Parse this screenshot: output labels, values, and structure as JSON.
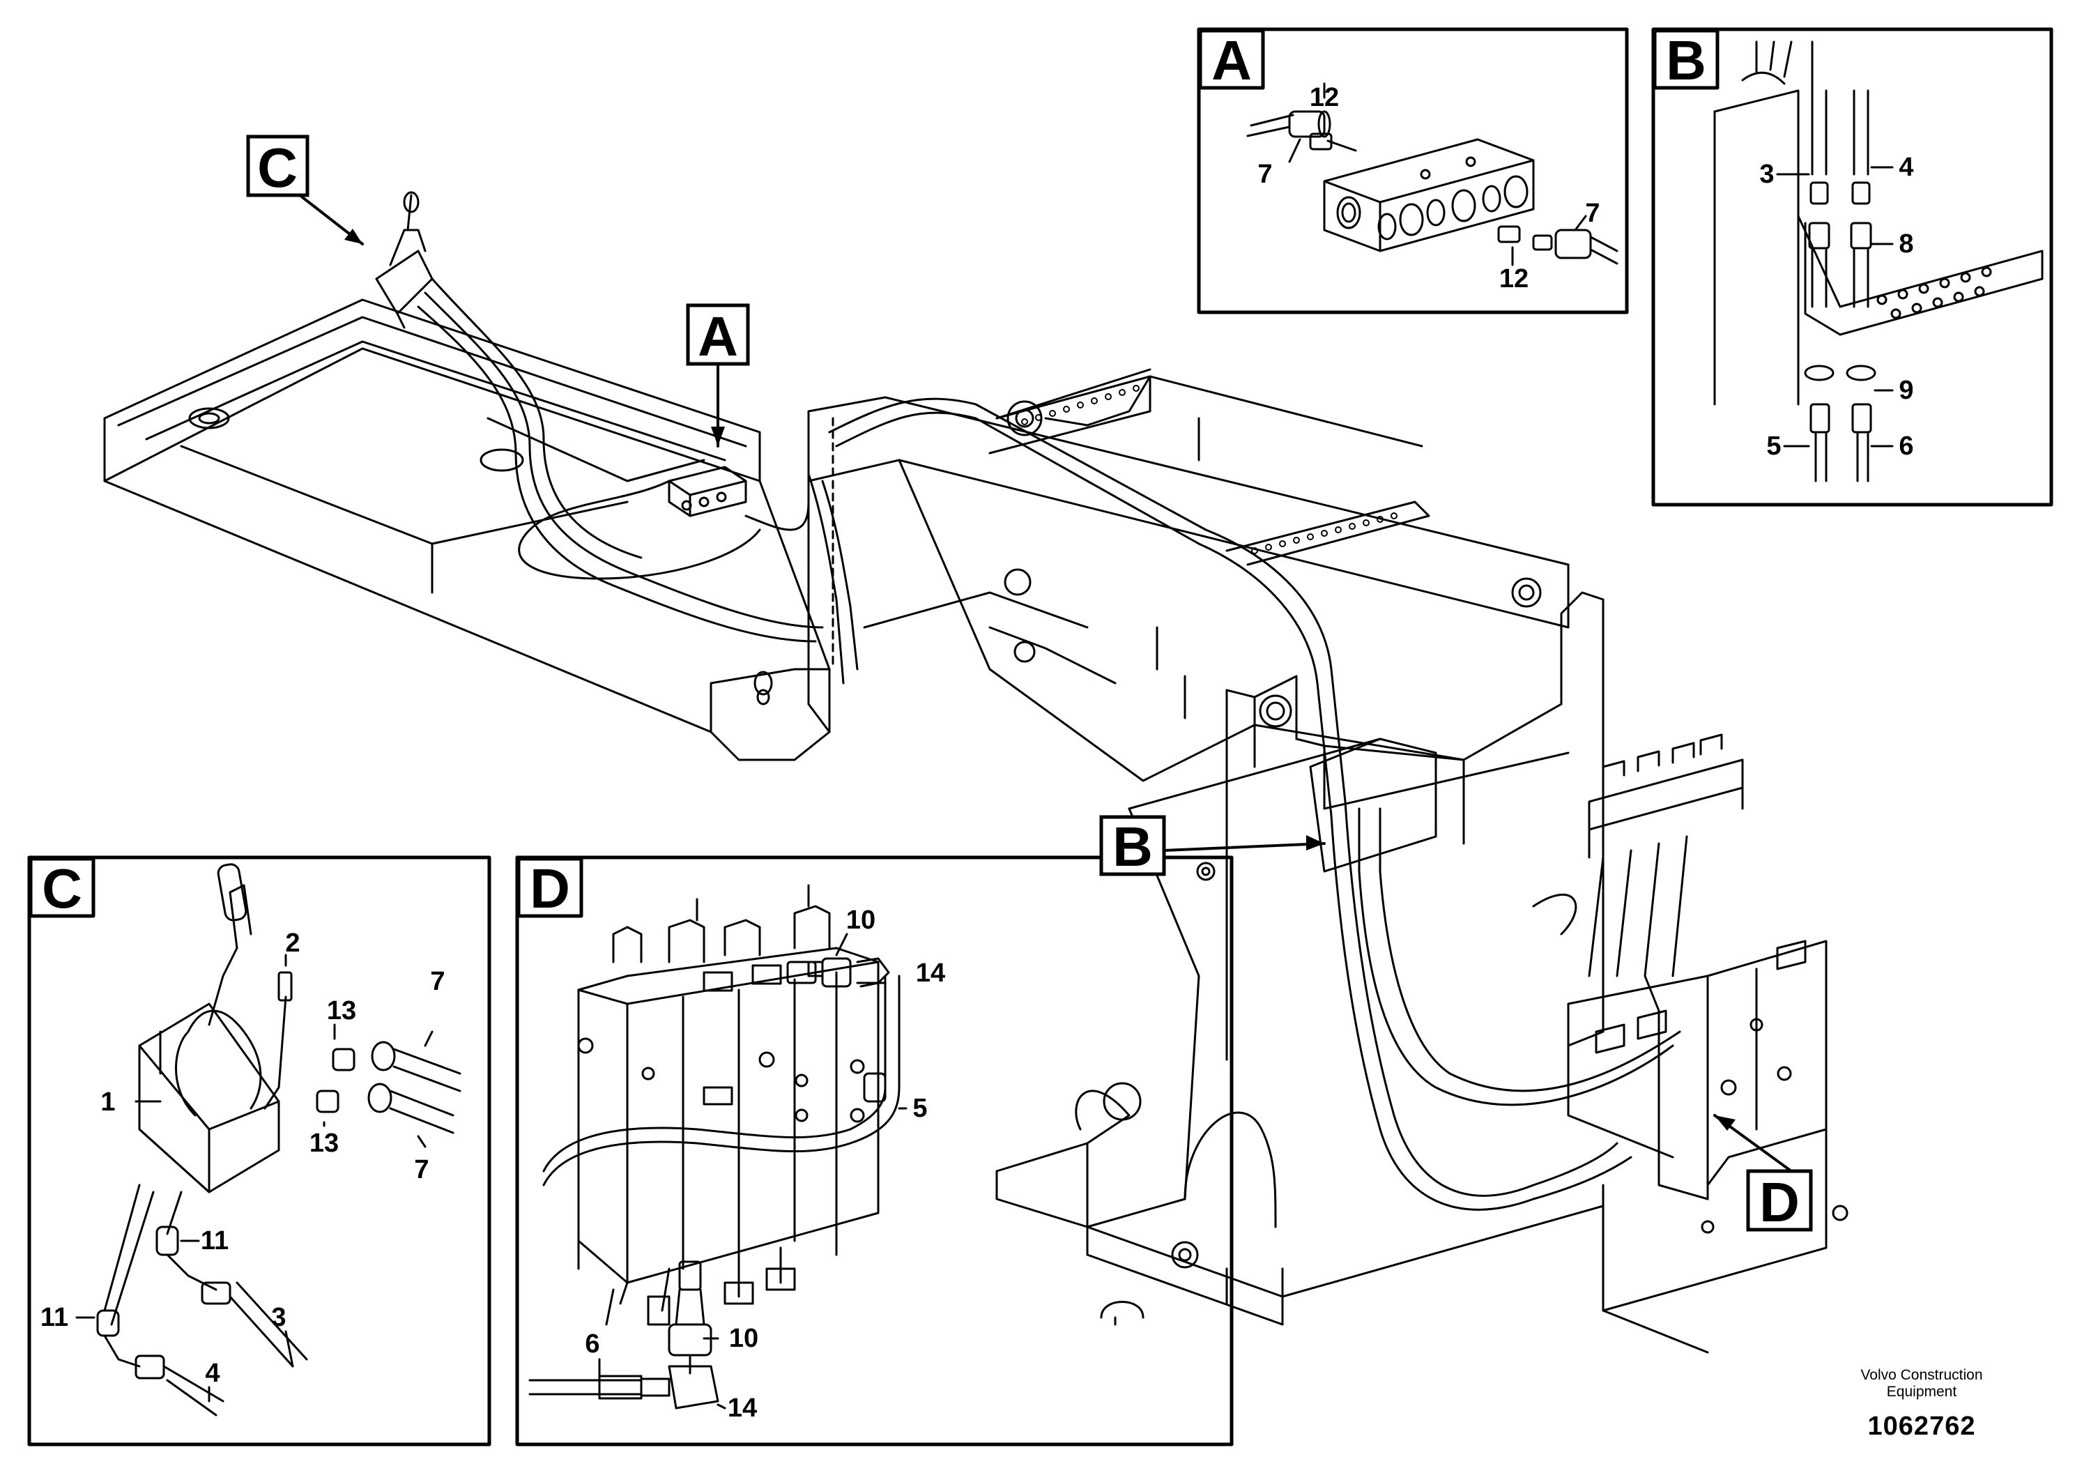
{
  "detail_labels": {
    "a": "A",
    "b": "B",
    "c": "C",
    "d": "D"
  },
  "parts": {
    "p1": "1",
    "p2": "2",
    "p3": "3",
    "p4": "4",
    "p5": "5",
    "p6": "6",
    "p7": "7",
    "p8": "8",
    "p9": "9",
    "p10": "10",
    "p11": "11",
    "p12": "12",
    "p13": "13",
    "p14": "14"
  },
  "footer": {
    "company_line1": "Volvo Construction",
    "company_line2": "Equipment",
    "document_number": "1062762"
  },
  "colors": {
    "ink": "#000000",
    "paper": "#ffffff"
  }
}
